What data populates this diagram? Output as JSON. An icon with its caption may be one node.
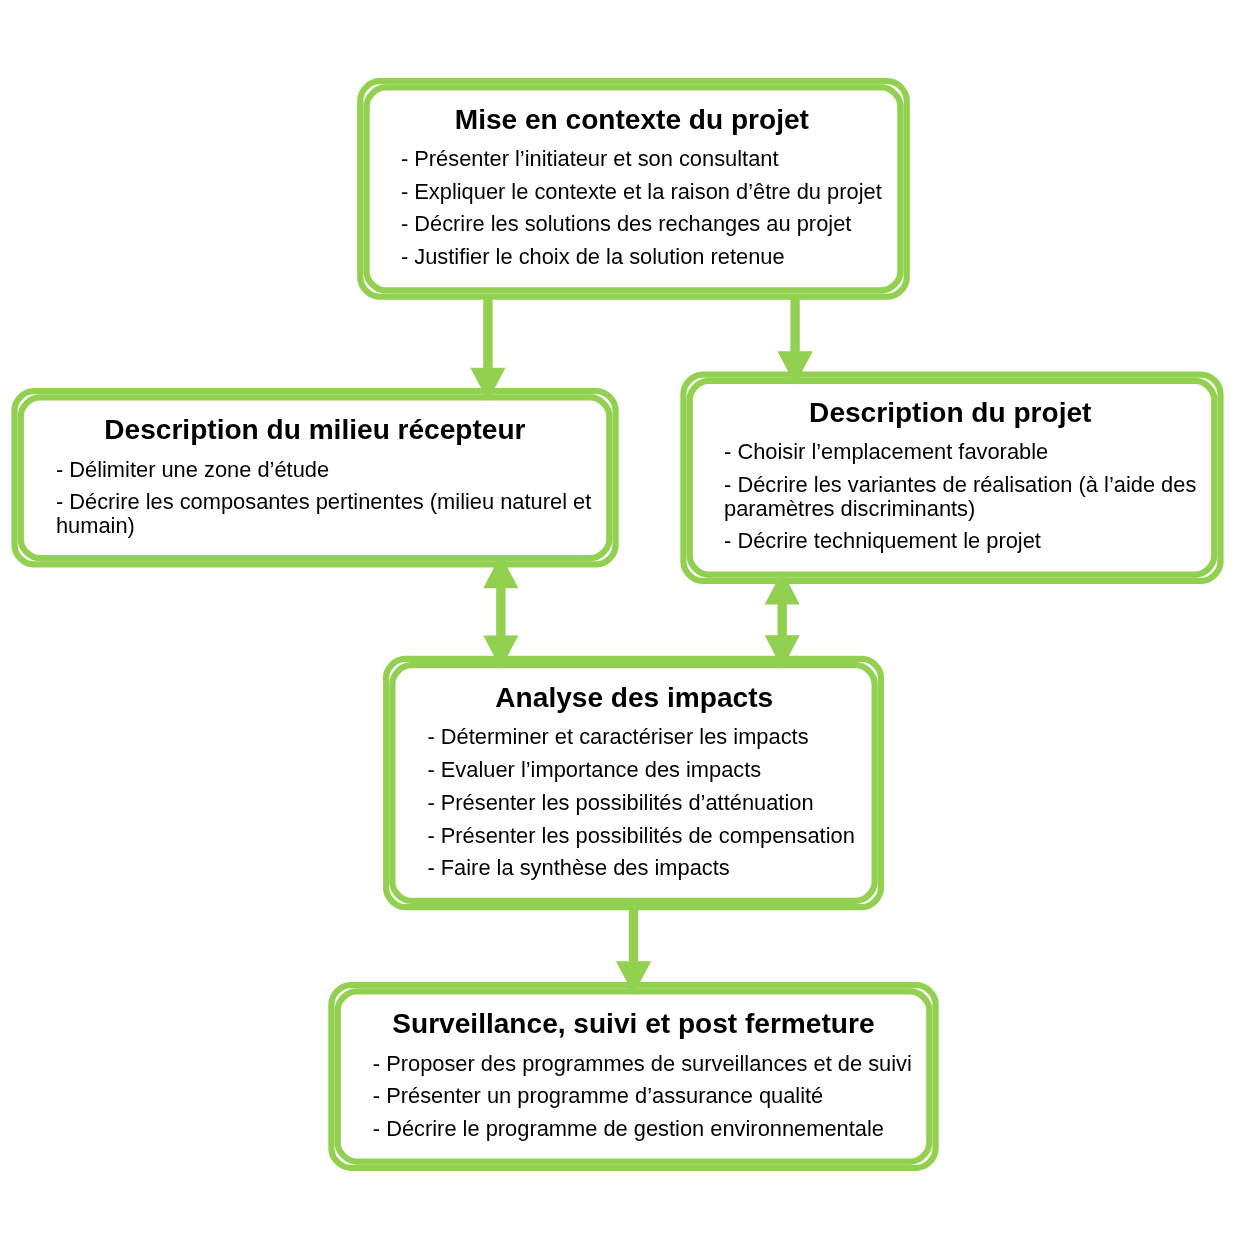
{
  "diagram": {
    "nodes": [
      {
        "text": [
          "Mise en contexte du projet",
          "- Présenter l’initiateur et son consultant",
          "- Expliquer le contexte et la raison d’être du projet",
          "- Décrire les solutions des rechanges au projet",
          "- Justifier le choix de la solution retenue"
        ]
      },
      {
        "text": [
          "Description du milieu récepteur",
          "- Délimiter une zone d’étude",
          "- Décrire les composantes pertinentes (milieu naturel et humain)"
        ]
      },
      {
        "text": [
          "Description du projet",
          "- Choisir l’emplacement favorable",
          "- Décrire les variantes de réalisation (à l’aide des paramètres discriminants)",
          "- Décrire techniquement le projet"
        ]
      },
      {
        "text": [
          "Analyse des impacts",
          "- Déterminer et caractériser les impacts",
          "- Evaluer l’importance des impacts",
          "- Présenter les possibilités d’atténuation",
          "- Présenter les possibilités de compensation",
          "- Faire la synthèse des impacts"
        ]
      },
      {
        "text": [
          "Surveillance, suivi et post fermeture",
          "- Proposer des programmes de surveillances et de suivi",
          "- Présenter un programme d’assurance qualité",
          "- Décrire le programme de gestion environnementale"
        ]
      }
    ],
    "edges": [
      {
        "from": 0,
        "to": 1,
        "arrow": "to"
      },
      {
        "from": 0,
        "to": 2,
        "arrow": "to"
      },
      {
        "from": 1,
        "to": 3,
        "arrow": "both"
      },
      {
        "from": 2,
        "to": 3,
        "arrow": "both"
      },
      {
        "from": 3,
        "to": 4,
        "arrow": "to"
      }
    ]
  }
}
